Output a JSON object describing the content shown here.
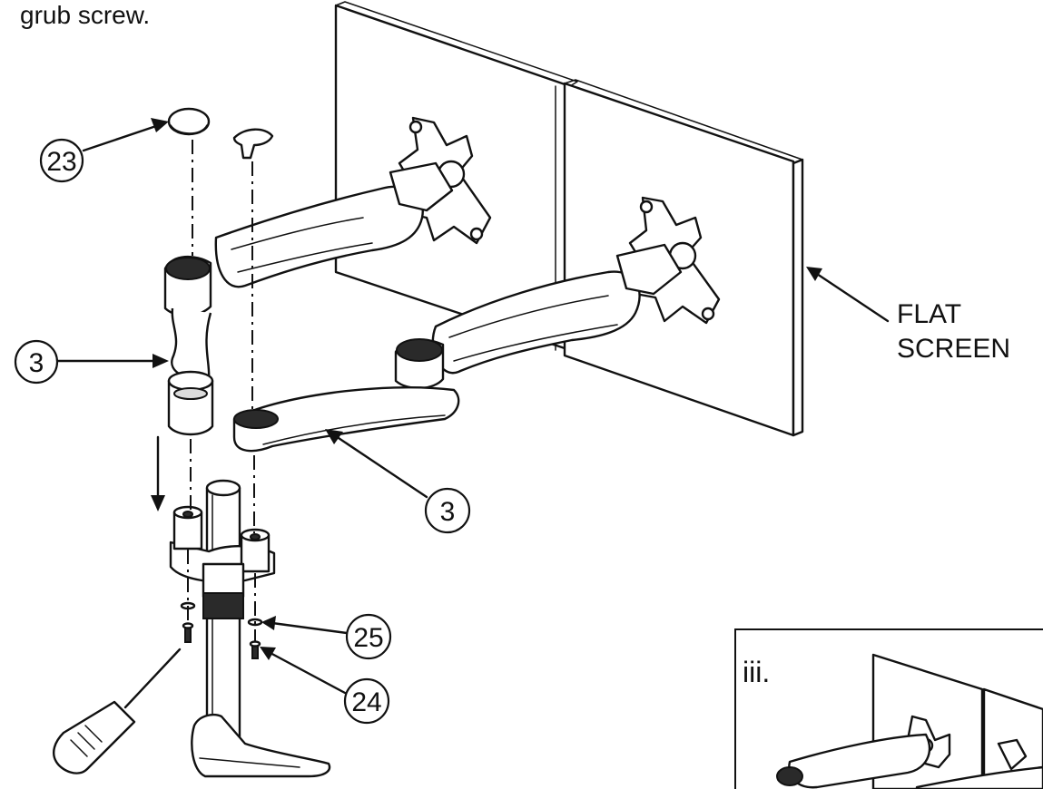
{
  "instruction_fragment": "grub screw.",
  "callouts": {
    "c23": "23",
    "c3_left": "3",
    "c3_lower": "3",
    "c25": "25",
    "c24": "24"
  },
  "flat_screen_label": {
    "line1": "FLAT",
    "line2": "SCREEN"
  },
  "inset": {
    "step_label": "iii."
  }
}
